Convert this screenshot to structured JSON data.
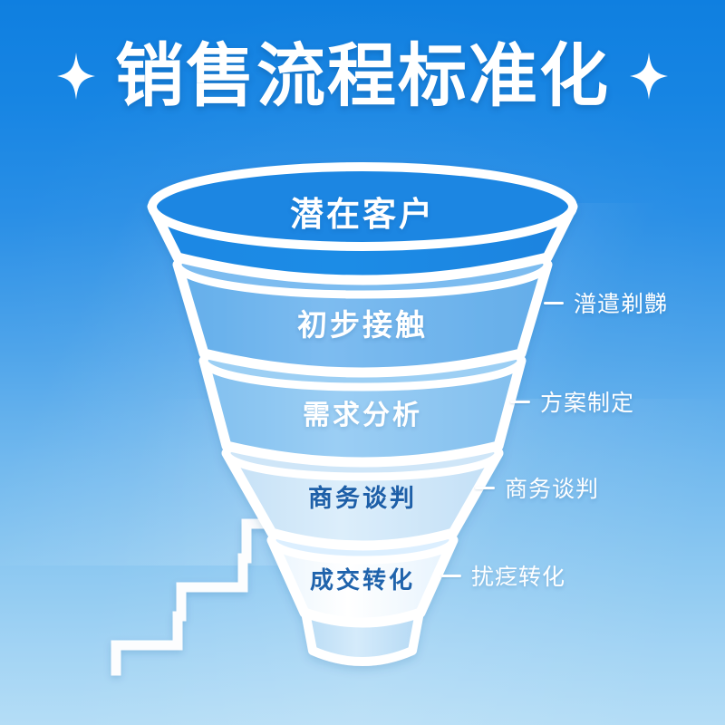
{
  "poster": {
    "title": "销售流程标准化",
    "background_top_color": "#0f7fe0",
    "background_bottom_color": "#b4ddf6",
    "accent_color": "#ffffff",
    "dark_text_color": "#1d5fa8"
  },
  "decorations": {
    "left_sparkle": "sparkle-icon",
    "right_sparkle": "sparkle-icon",
    "stairs": "stairs-icon"
  },
  "funnel": {
    "stages": [
      {
        "label": "潜在客户",
        "text_color": "#ffffff",
        "fill": "#1a86e2"
      },
      {
        "label": "初步接触",
        "text_color": "#ffffff",
        "fill": "#6fb4ec"
      },
      {
        "label": "需求分析",
        "text_color": "#ffffff",
        "fill": "#8cc6f1"
      },
      {
        "label": "商务谈判",
        "text_color": "#1d5fa8",
        "fill": "#cfe6f8"
      },
      {
        "label": "成交转化",
        "text_color": "#1f63ac",
        "fill": "#f2f8fd"
      }
    ]
  },
  "callouts": [
    {
      "text": "潽遣剃豑",
      "connector": "dash"
    },
    {
      "text": "方案制定",
      "connector": "dash"
    },
    {
      "text": "商务谈判",
      "connector": "dash"
    },
    {
      "text": "扰疺转化",
      "connector": "dash"
    }
  ],
  "chart_data": {
    "type": "funnel",
    "title": "销售流程标准化",
    "stages": [
      "潜在客户",
      "初步接触",
      "需求分析",
      "商务谈判",
      "成交转化"
    ],
    "side_labels": [
      "潽遣剃豑",
      "方案制定",
      "商务谈判",
      "扰疺转化"
    ],
    "relative_widths": [
      100,
      86,
      70,
      54,
      38
    ],
    "orientation": "vertical",
    "legend": "none",
    "grid": false
  }
}
